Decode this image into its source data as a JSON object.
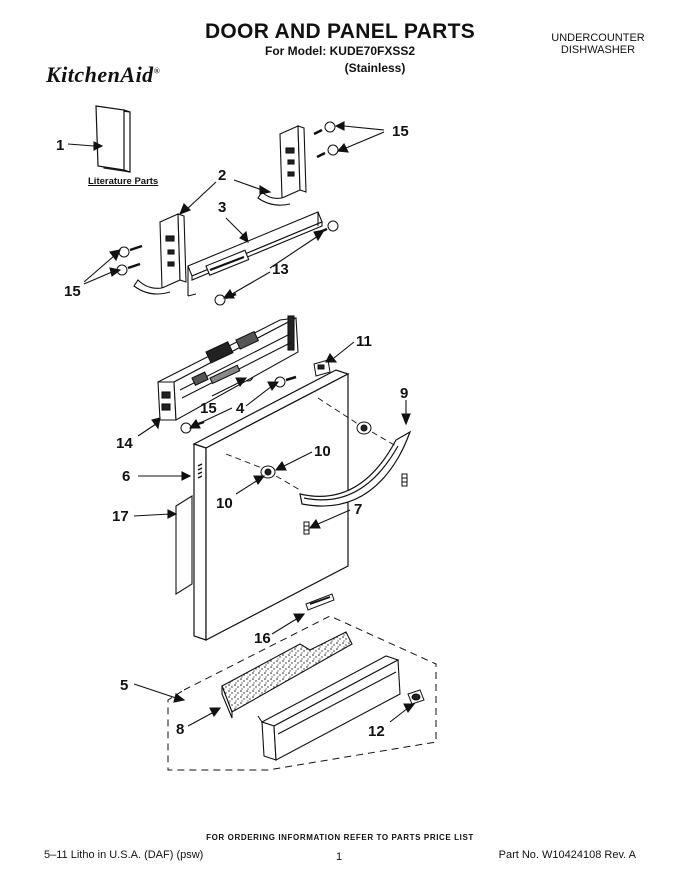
{
  "header": {
    "title": "DOOR AND PANEL PARTS",
    "model_line": "For Model: KUDE70FXSS2",
    "variant": "(Stainless)",
    "category_line1": "UNDERCOUNTER",
    "category_line2": "DISHWASHER",
    "brand": "KitchenAid",
    "brand_mark": "®"
  },
  "diagram": {
    "literature_label": "Literature Parts",
    "callouts": {
      "c1": "1",
      "c2": "2",
      "c3": "3",
      "c4": "4",
      "c5": "5",
      "c6": "6",
      "c7": "7",
      "c8": "8",
      "c9": "9",
      "c10a": "10",
      "c10b": "10",
      "c11": "11",
      "c12": "12",
      "c13": "13",
      "c14": "14",
      "c15a": "15",
      "c15b": "15",
      "c15c": "15",
      "c16": "16",
      "c17": "17"
    }
  },
  "footer": {
    "ordering_note": "FOR ORDERING INFORMATION REFER TO PARTS PRICE LIST",
    "litho": "5–11 Litho in U.S.A. (DAF) (psw)",
    "page": "1",
    "part_number": "Part No. W10424108 Rev. A"
  }
}
